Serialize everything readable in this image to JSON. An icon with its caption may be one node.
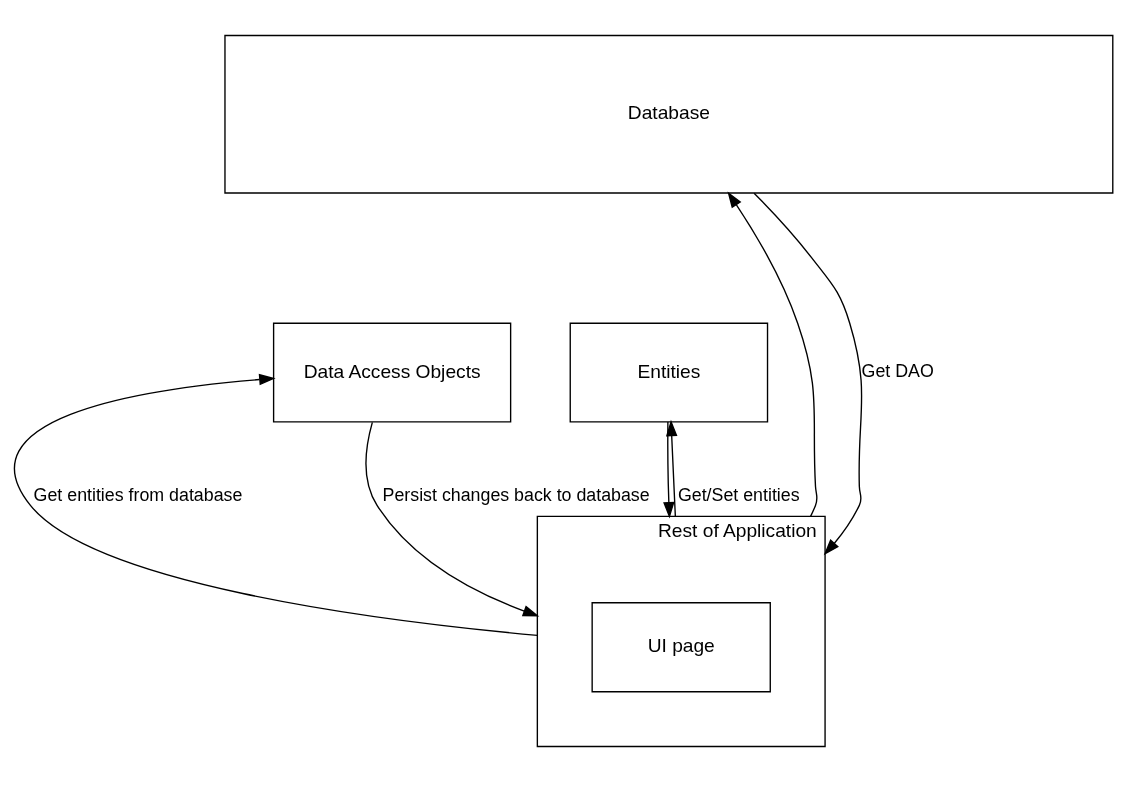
{
  "diagram": {
    "nodes": [
      {
        "text": [
          "Database"
        ]
      },
      {
        "text": [
          "Data Access Objects"
        ]
      },
      {
        "text": [
          "Entities"
        ]
      },
      {
        "text": [
          "Rest of Application"
        ]
      },
      {
        "text": [
          "UI page"
        ],
        "in": 3
      }
    ],
    "edges": [
      {
        "from": 3,
        "to": 0,
        "arrow": "to"
      },
      {
        "from": 0,
        "to": 3,
        "arrow": "to",
        "label": "Get DAO"
      },
      {
        "from": 3,
        "to": 1,
        "arrow": "to",
        "label": "Get entities from database"
      },
      {
        "from": 1,
        "to": 3,
        "arrow": "to",
        "label": "Persist changes back to database"
      },
      {
        "from": 2,
        "to": 3,
        "arrow": "to"
      },
      {
        "from": 3,
        "to": 2,
        "arrow": "to",
        "label": "Get/Set entities"
      }
    ]
  }
}
